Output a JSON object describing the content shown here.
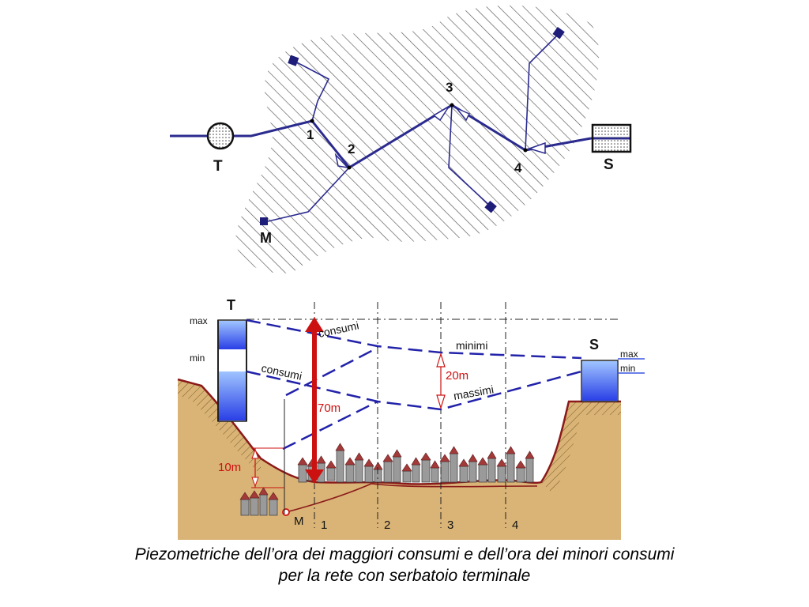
{
  "plan": {
    "nodes": {
      "n1": "1",
      "n2": "2",
      "n3": "3",
      "n4": "4"
    },
    "tank_t": "T",
    "tank_s": "S",
    "point_m": "M"
  },
  "profile": {
    "tank_label": "T",
    "reservoir_label": "S",
    "level_max_left": "max",
    "level_min_left": "min",
    "level_max_right": "max",
    "level_min_right": "min",
    "consumi_top": "consumi",
    "consumi_mid": "consumi",
    "minimi": "minimi",
    "massimi": "massimi",
    "dim_20m": "20m",
    "dim_70m": "70m",
    "dim_10m": "10m",
    "point_m": "M",
    "sections": [
      "1",
      "2",
      "3",
      "4"
    ]
  },
  "colors": {
    "pipe": "#2b2b8f",
    "hatch": "#555555",
    "ground": "#d9b476",
    "ground_edge": "#8b1a1a",
    "piezometric": "#2222aa",
    "dimension_red": "#cc1111",
    "water": "#3a55e0"
  },
  "caption": {
    "line1": "Piezometriche dell’ora dei maggiori consumi e dell’ora dei minori consumi",
    "line2": "per la rete con serbatoio terminale"
  }
}
